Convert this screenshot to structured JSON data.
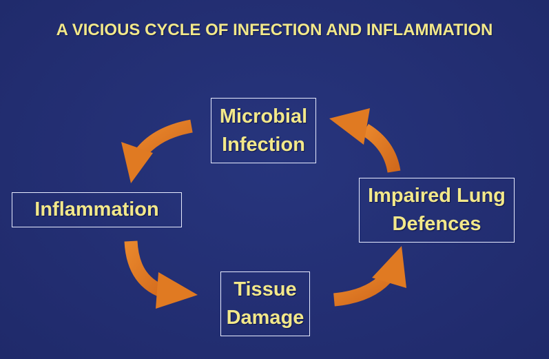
{
  "slide": {
    "title": "A VICIOUS CYCLE OF INFECTION AND INFLAMMATION",
    "colors": {
      "background": "#232f74",
      "text": "#f2e88a",
      "arrow": "#e07a22",
      "box_border": "#e8ecff"
    }
  },
  "nodes": {
    "microbial_infection": "Microbial\nInfection",
    "inflammation": "Inflammation",
    "tissue_damage": "Tissue\nDamage",
    "impaired_lung_defences": "Impaired Lung\nDefences"
  },
  "edges": [
    {
      "from": "Microbial Infection",
      "to": "Inflammation"
    },
    {
      "from": "Inflammation",
      "to": "Tissue Damage"
    },
    {
      "from": "Tissue Damage",
      "to": "Impaired Lung Defences"
    },
    {
      "from": "Impaired Lung Defences",
      "to": "Microbial Infection"
    }
  ]
}
